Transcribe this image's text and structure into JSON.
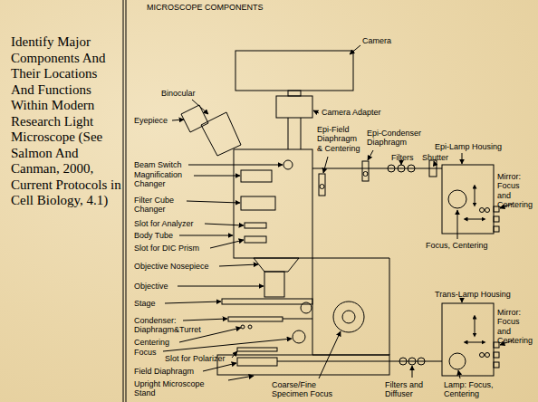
{
  "diagram": {
    "title": "MICROSCOPE COMPONENTS",
    "labels": [
      "Identify Major Components And Their Locations And Functions Within Modern Research Light Microscope (See Salmon And Canman, 2000, Current Protocols in Cell Biology, 4.1)",
      "Camera",
      "Binocular",
      "Eyepiece",
      "Camera Adapter",
      "Epi-Field Diaphragm & Centering",
      "Epi-Condenser Diaphragm",
      "Epi-Lamp Housing",
      "Beam Switch",
      "Filters",
      "Shutter",
      "Magnification Changer",
      "Mirror: Focus and Centering",
      "Filter Cube Changer",
      "Slot for Analyzer",
      "Body Tube",
      "Focus, Centering",
      "Slot for DIC Prism",
      "Objective Nosepiece",
      "Objective",
      "Stage",
      "Trans-Lamp Housing",
      "Condenser: Diaphragm&Turret",
      "Mirror: Focus and Centering",
      "Centering",
      "Focus",
      "Slot for Polarizer",
      "Field Diaphragm",
      "Upright Microscope Stand",
      "Coarse/Fine Specimen Focus",
      "Filters and Diffuser",
      "Lamp: Focus, Centering"
    ]
  }
}
